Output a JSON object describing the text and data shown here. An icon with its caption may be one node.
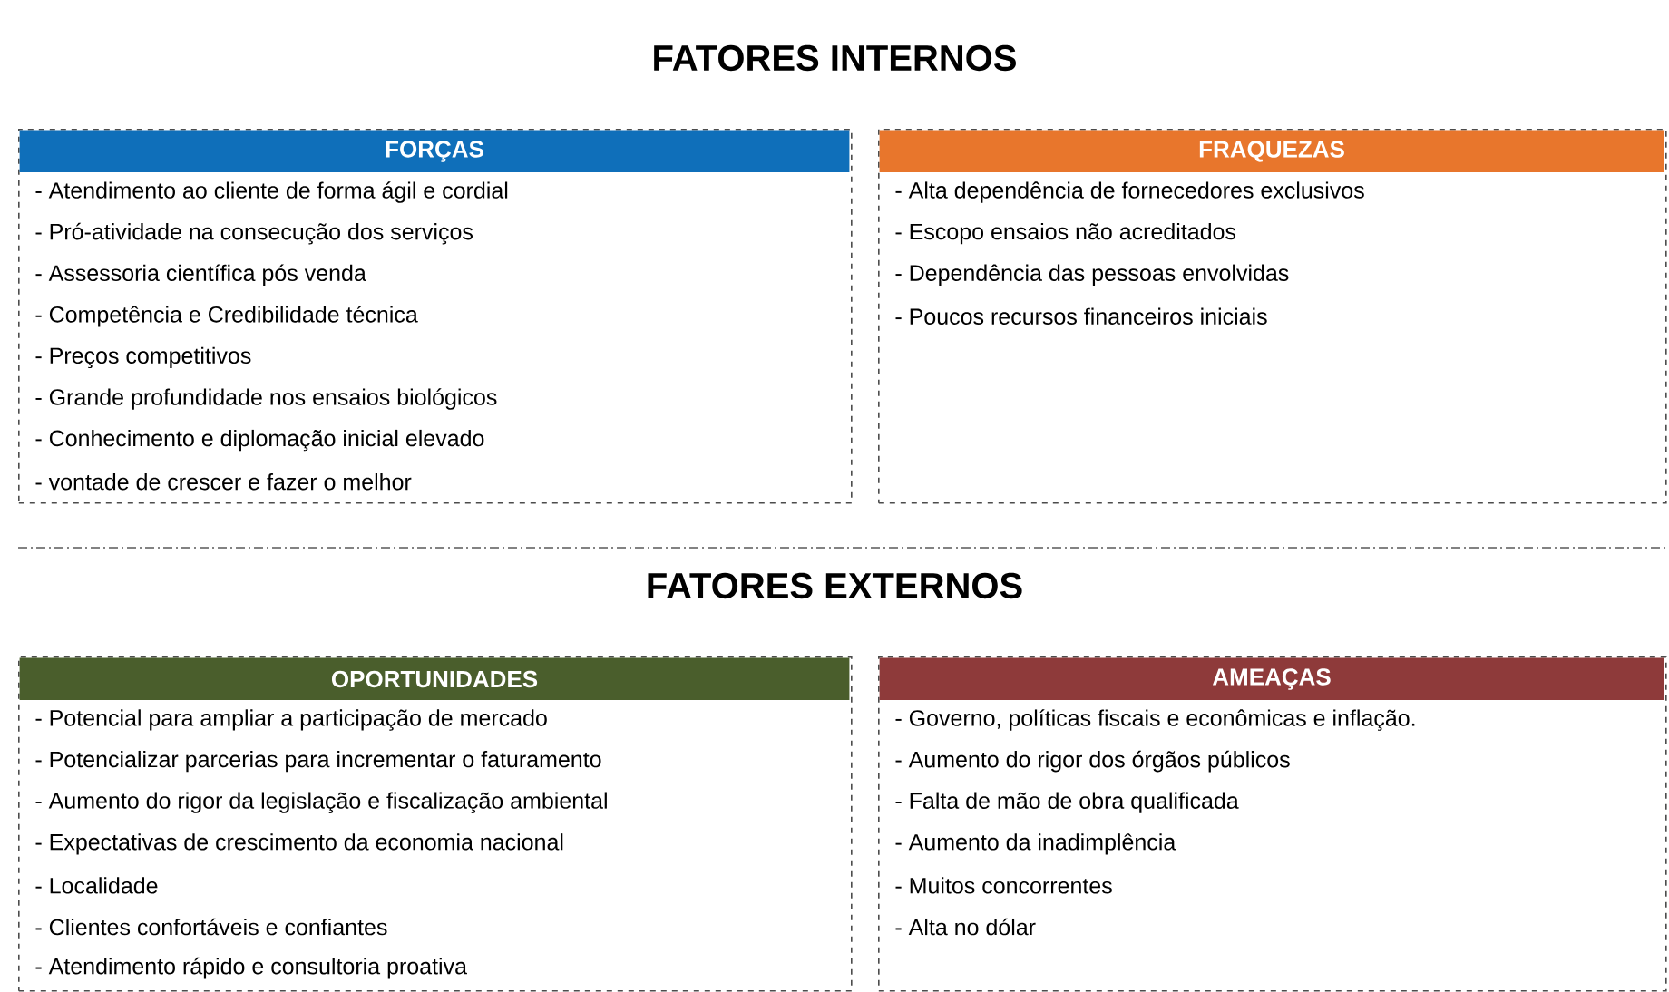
{
  "diagram": {
    "nodes": [
      {
        "text": [
          "FORÇAS",
          "- Atendimento ao cliente de forma ágil e cordial",
          "- Pró-atividade na consecução dos serviços",
          "- Assessoria científica pós venda",
          "- Competência e Credibilidade técnica",
          "- Preços competitivos",
          "- Grande profundidade nos ensaios biológicos",
          "- Conhecimento e diplomação inicial elevado",
          "- vontade de crescer e fazer o melhor"
        ]
      },
      {
        "text": [
          "FRAQUEZAS",
          "- Alta dependência de fornecedores exclusivos",
          "- Escopo ensaios não acreditados",
          "- Dependência das pessoas envolvidas",
          "- Poucos recursos financeiros iniciais"
        ]
      },
      {
        "text": [
          "OPORTUNIDADES",
          "- Potencial para ampliar a participação de mercado",
          "- Potencializar parcerias para incrementar o faturamento",
          "- Aumento do rigor da legislação e fiscalização ambiental",
          "- Expectativas de crescimento da economia nacional",
          "- Localidade",
          "- Clientes confortáveis e confiantes",
          "- Atendimento rápido e consultoria proativa"
        ]
      },
      {
        "text": [
          "AMEAÇAS",
          "- Governo, políticas fiscais e econômicas e inflação.",
          "- Aumento do rigor dos órgãos públicos",
          "- Falta de mão de obra qualificada",
          "- Aumento da inadimplência",
          "- Muitos concorrentes",
          "- Alta no dólar"
        ]
      }
    ],
    "labels": [
      "FATORES INTERNOS",
      "FATORES EXTERNOS"
    ]
  }
}
